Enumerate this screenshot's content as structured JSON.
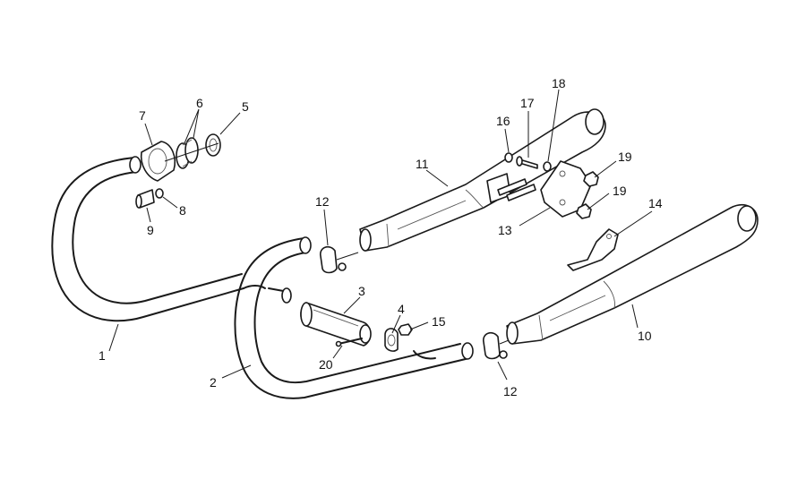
{
  "callouts": [
    {
      "id": "c1",
      "text": "1"
    },
    {
      "id": "c2",
      "text": "2"
    },
    {
      "id": "c3",
      "text": "3"
    },
    {
      "id": "c4",
      "text": "4"
    },
    {
      "id": "c5",
      "text": "5"
    },
    {
      "id": "c6",
      "text": "6"
    },
    {
      "id": "c7",
      "text": "7"
    },
    {
      "id": "c8",
      "text": "8"
    },
    {
      "id": "c9",
      "text": "9"
    },
    {
      "id": "c10",
      "text": "10"
    },
    {
      "id": "c11",
      "text": "11"
    },
    {
      "id": "c12a",
      "text": "12"
    },
    {
      "id": "c12b",
      "text": "12"
    },
    {
      "id": "c13",
      "text": "13"
    },
    {
      "id": "c14",
      "text": "14"
    },
    {
      "id": "c15",
      "text": "15"
    },
    {
      "id": "c16",
      "text": "16"
    },
    {
      "id": "c17",
      "text": "17"
    },
    {
      "id": "c18",
      "text": "18"
    },
    {
      "id": "c19a",
      "text": "19"
    },
    {
      "id": "c19b",
      "text": "19"
    },
    {
      "id": "c20",
      "text": "20"
    }
  ]
}
